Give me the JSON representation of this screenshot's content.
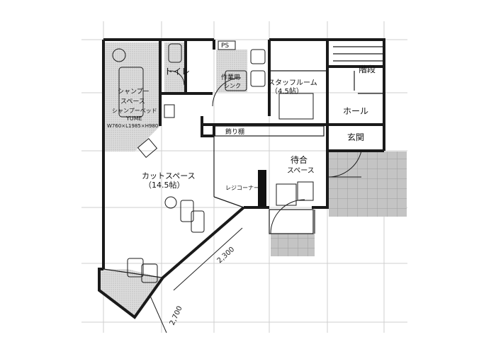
{
  "rooms": {
    "toilet": "トイレ",
    "work_top": "作業用",
    "work_bottom": "シンク",
    "staff_room": "スタッフルーム",
    "staff_room_size": "（4.5帖）",
    "stairs": "階段",
    "hall": "ホール",
    "entrance": "玄関",
    "waiting_top": "待合",
    "waiting_bottom": "スペース",
    "register": "レジコーナー",
    "divider": "飾り棚",
    "cut_space": "カットスペース",
    "cut_space_size": "（14.5帖）",
    "shampoo_1": "シャンプー",
    "shampoo_2": "スペース",
    "shampoo_3": "シャンプーベッド",
    "shampoo_4": "YUME",
    "shampoo_5": "W760×L1985×H980",
    "ps": "PS"
  },
  "dimensions": {
    "d1": "2,300",
    "d2": "2,700"
  },
  "colors": {
    "wall": "#1a1a1a",
    "hatch": "#d9d9d9",
    "grid": "#c8c8c8",
    "tile": "#bfbfbf"
  }
}
